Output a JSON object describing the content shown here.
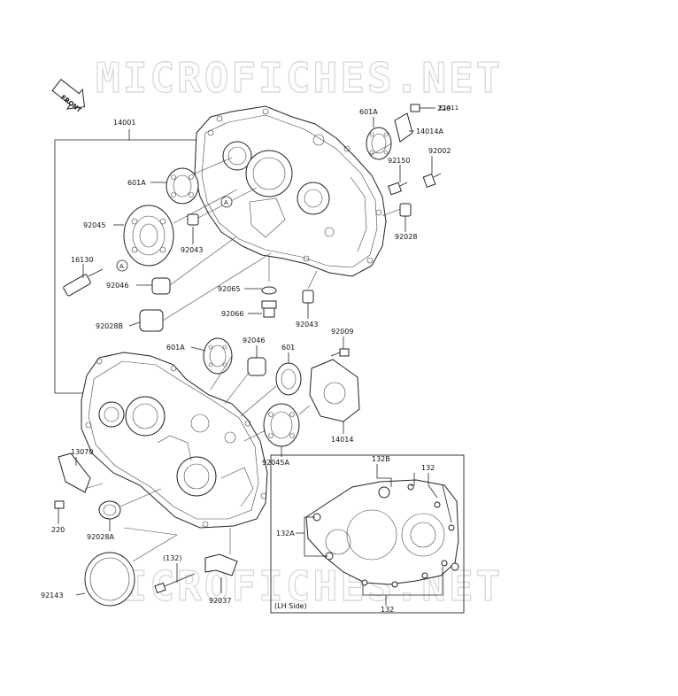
{
  "diagram": {
    "watermark": "MICROFICHES.NET",
    "ref_code": "E1411",
    "front_label": "FRONT",
    "inset_caption": "(LH Side)",
    "circle_markers": [
      "A",
      "A"
    ],
    "callouts": {
      "p14001": "14001",
      "p601A_top": "601A",
      "p220_top": "220",
      "p14014A": "14014A",
      "p92150": "92150",
      "p92002": "92002",
      "p601A_left": "601A",
      "p92045": "92045",
      "p92043_a": "92043",
      "p92028_r": "92028",
      "p16130": "16130",
      "p92046_l": "92046",
      "p92065": "92065",
      "p92066": "92066",
      "p92043_b": "92043",
      "p92028B": "92028B",
      "p601A_mid": "601A",
      "p92046_m": "92046",
      "p601": "601",
      "p92009": "92009",
      "p14014": "14014",
      "p92045A": "92045A",
      "p13070": "13070",
      "p220_bot": "220",
      "p92028A": "92028A",
      "p132B": "132B",
      "p132_top": "132",
      "p132A": "132A",
      "p132_paren": "(132)",
      "p92037": "92037",
      "p92143": "92143",
      "p132_bot": "132"
    }
  }
}
